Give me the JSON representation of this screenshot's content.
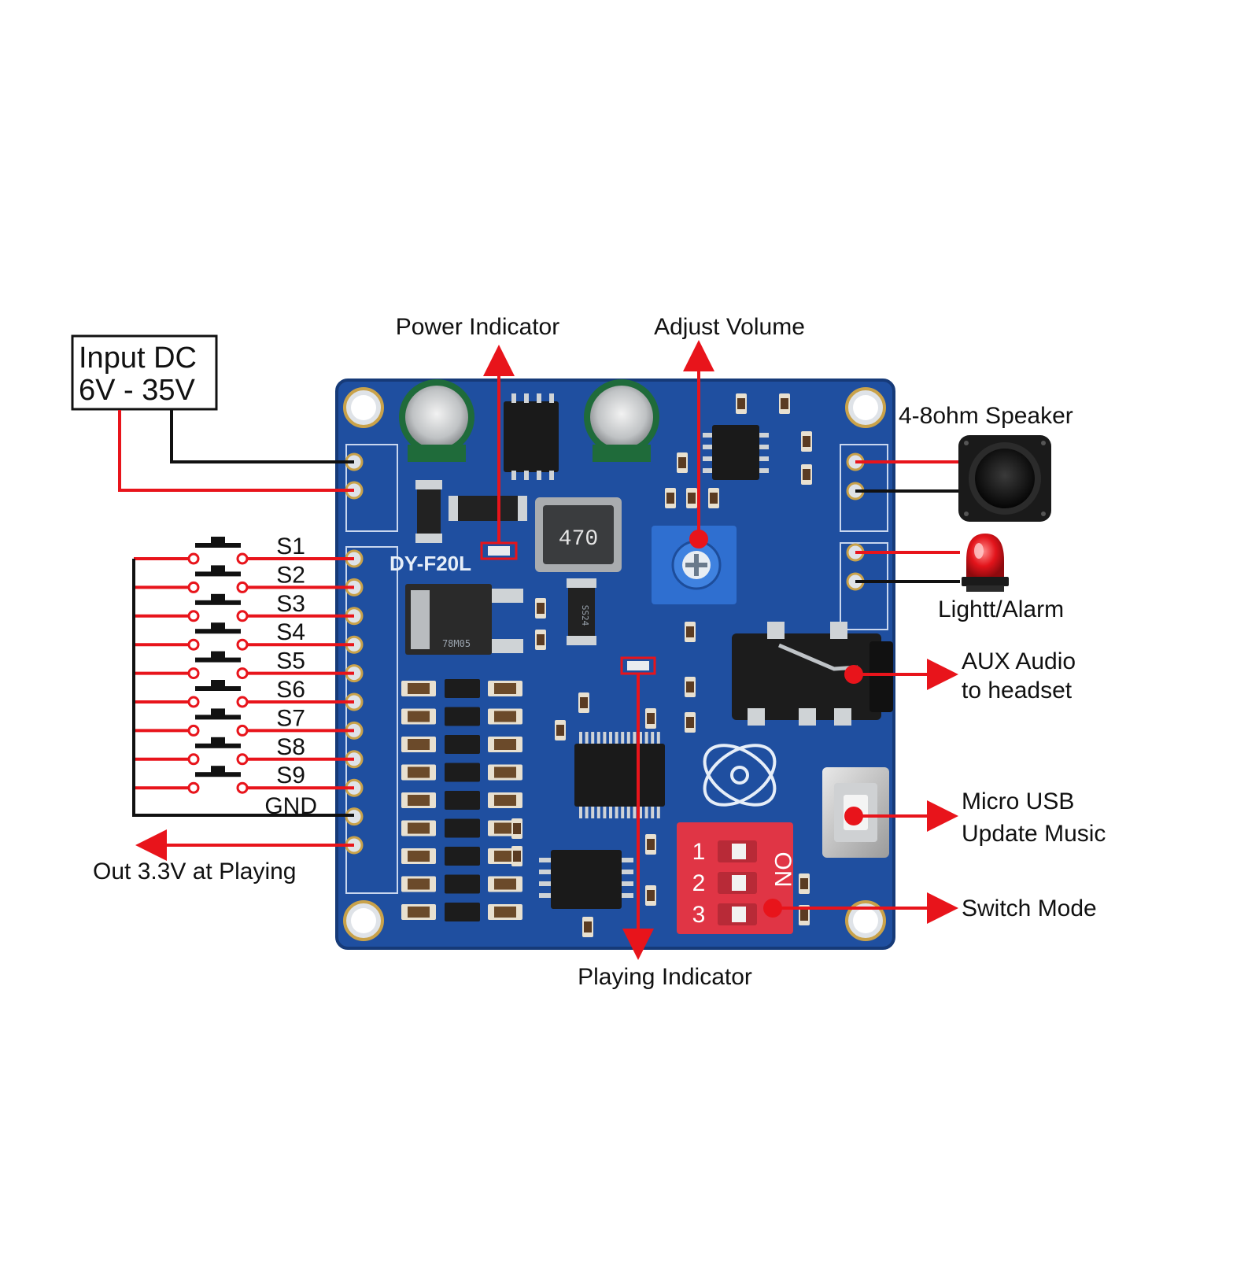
{
  "input_box": {
    "line1": "Input DC",
    "line2": "6V - 35V"
  },
  "callouts": {
    "power_indicator": "Power Indicator",
    "adjust_volume": "Adjust Volume",
    "speaker": "4-8ohm Speaker",
    "light_alarm": "Lightt/Alarm",
    "aux_line1": "AUX Audio",
    "aux_line2": "to headset",
    "usb_line1": "Micro USB",
    "usb_line2": "Update Music",
    "switch_mode": "Switch Mode",
    "playing_indicator": "Playing Indicator",
    "out_playing": "Out 3.3V at Playing"
  },
  "switches": [
    "S1",
    "S2",
    "S3",
    "S4",
    "S5",
    "S6",
    "S7",
    "S8",
    "S9"
  ],
  "gnd_label": "GND",
  "board": {
    "model": "DY-F20L",
    "inductor_code": "470",
    "regulator_code": "78M05",
    "diode_code": "SS24",
    "dip_numbers": [
      "1",
      "2",
      "3"
    ],
    "dip_on": "ON"
  },
  "colors": {
    "pcb": "#1f4fa0",
    "pcb_dark": "#173d80",
    "wire_red": "#e8141b",
    "wire_black": "#111111",
    "dip": "#e03545",
    "pot": "#2f6fd0"
  }
}
